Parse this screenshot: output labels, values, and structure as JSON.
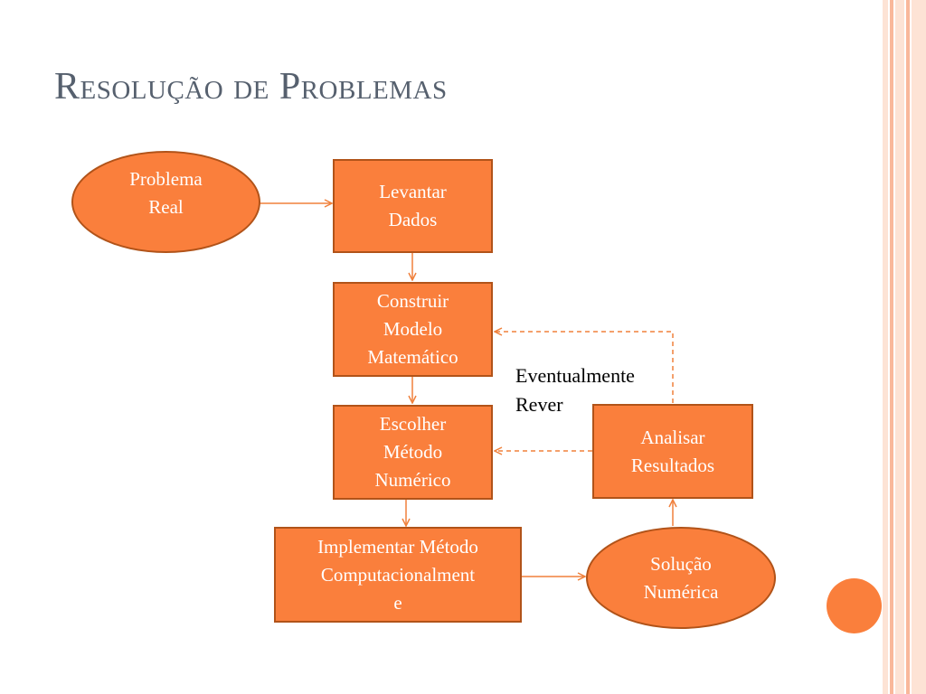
{
  "slide": {
    "title": "Resolução de Problemas",
    "colors": {
      "node_fill": "#fa7f3c",
      "node_border": "#b15319",
      "connector": "#f0813c",
      "title": "#56606e",
      "stripe_dark": "#f9b89b",
      "stripe_light": "#fde3d5"
    }
  },
  "diagram": {
    "nodes": {
      "problema_real": "Problema\nReal",
      "levantar_dados": "Levantar\nDados",
      "construir_modelo": "Construir\nModelo\nMatemático",
      "escolher_metodo": "Escolher\nMétodo\nNumérico",
      "implementar_metodo": "Implementar Método\nComputacionalment\ne",
      "analisar_resultados": "Analisar\nResultados",
      "solucao_numerica": "Solução\nNumérica"
    },
    "note": "Eventualmente\nRever"
  }
}
